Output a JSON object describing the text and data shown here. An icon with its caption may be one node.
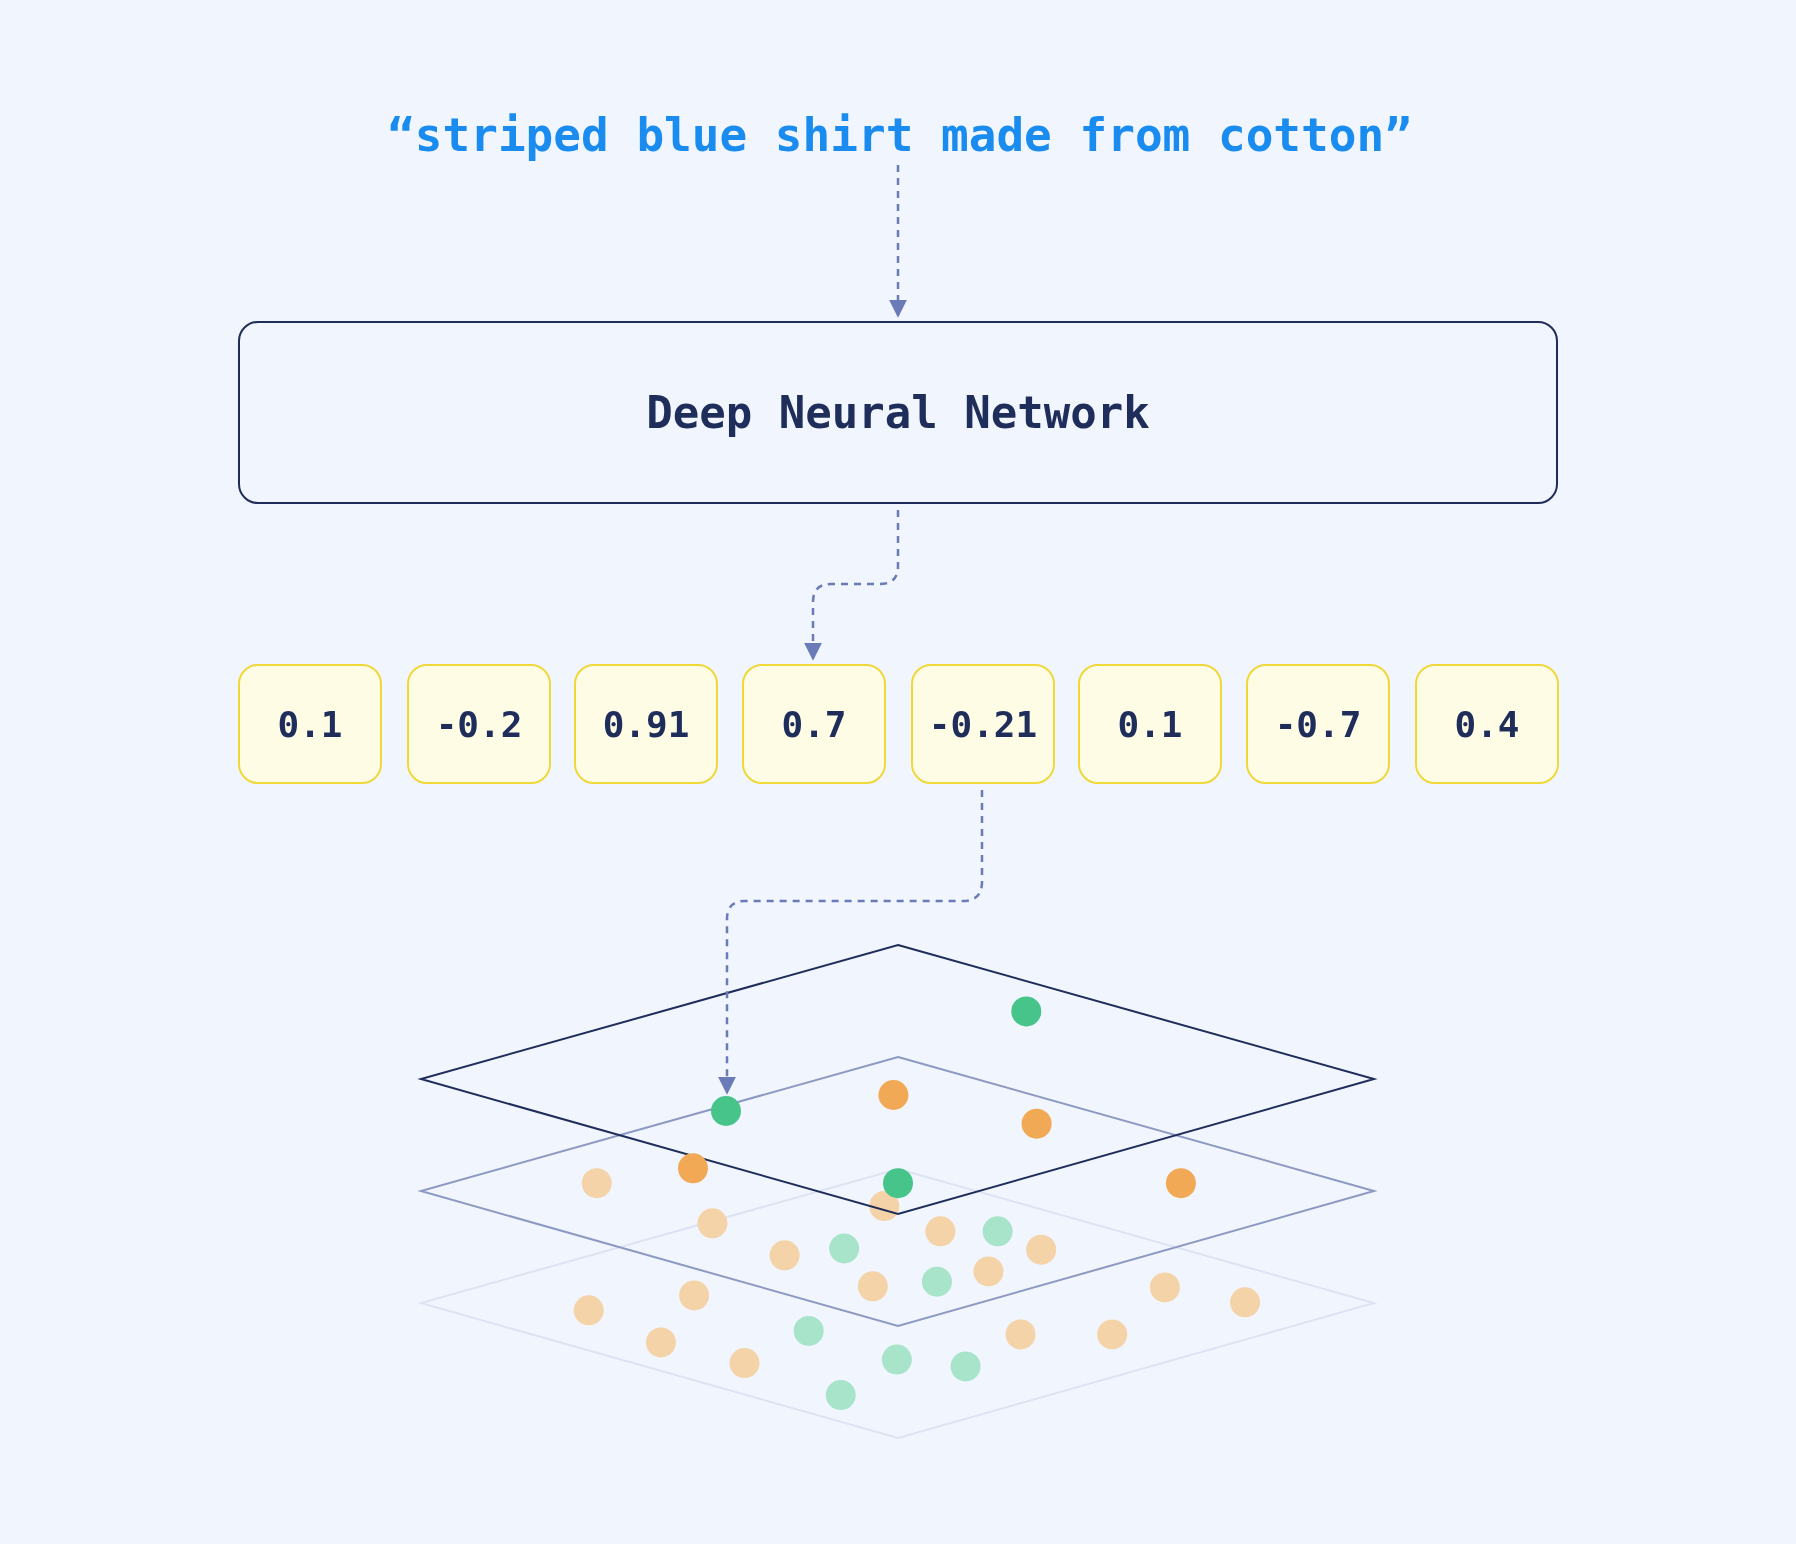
{
  "diagram": {
    "nodes": [
      {
        "text": [
          "“striped blue shirt made from cotton”"
        ]
      },
      {
        "text": [
          "Deep Neural Network"
        ]
      },
      {
        "text": [
          "0.1"
        ]
      },
      {
        "text": [
          "-0.2"
        ]
      },
      {
        "text": [
          "0.91"
        ]
      },
      {
        "text": [
          "0.7"
        ]
      },
      {
        "text": [
          "-0.21"
        ]
      },
      {
        "text": [
          "0.1"
        ]
      },
      {
        "text": [
          "-0.7"
        ]
      },
      {
        "text": [
          "0.4"
        ]
      },
      {
        "text": [],
        "shape": "circle"
      }
    ],
    "edges": [
      {
        "from": 0,
        "to": 1,
        "arrow": "to",
        "style": "dashed"
      },
      {
        "from": 1,
        "to": 5,
        "arrow": "to",
        "style": "dashed"
      },
      {
        "from": 6,
        "to": 10,
        "arrow": "to",
        "style": "dashed"
      }
    ]
  }
}
